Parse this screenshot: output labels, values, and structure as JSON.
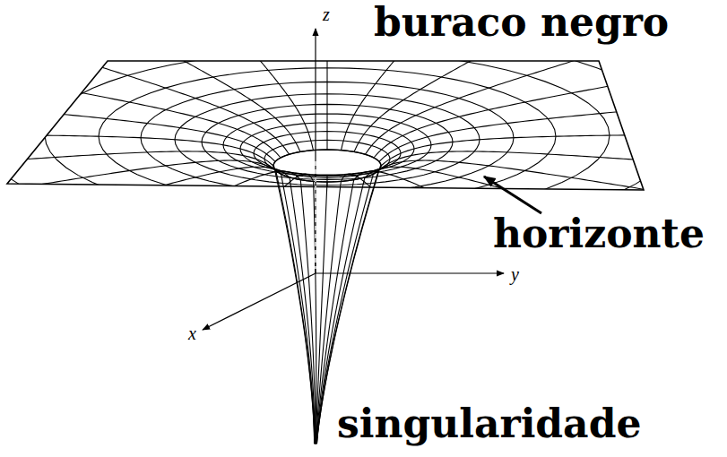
{
  "diagram": {
    "labels": [
      "z",
      "buraco negro",
      "horizonte",
      "y",
      "x",
      "singularidade"
    ]
  }
}
